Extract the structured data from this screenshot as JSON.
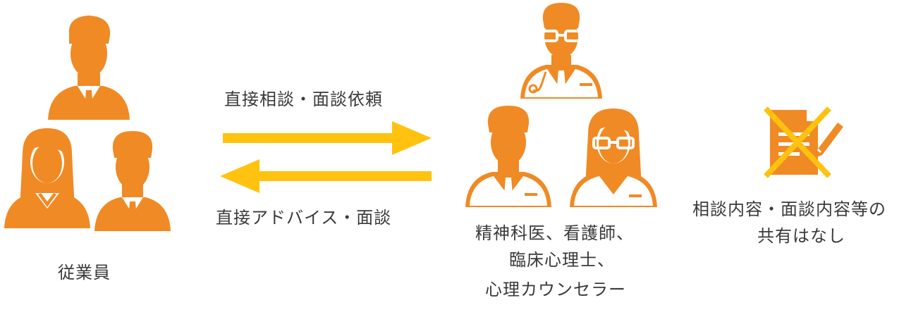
{
  "colors": {
    "person": "#f08a24",
    "arrow": "#ffc20e",
    "text": "#3a3a3a",
    "white": "#ffffff"
  },
  "employees": {
    "label": "従業員"
  },
  "arrows": {
    "request_label": "直接相談・面談依頼",
    "advice_label": "直接アドバイス・面談"
  },
  "professionals": {
    "label_lines": [
      "精神科医、看護師、",
      "臨床心理士、",
      "心理カウンセラー"
    ]
  },
  "no_sharing": {
    "label_lines": [
      "相談内容・面談内容等の",
      "共有はなし"
    ],
    "icon": "crossed-document-icon"
  }
}
